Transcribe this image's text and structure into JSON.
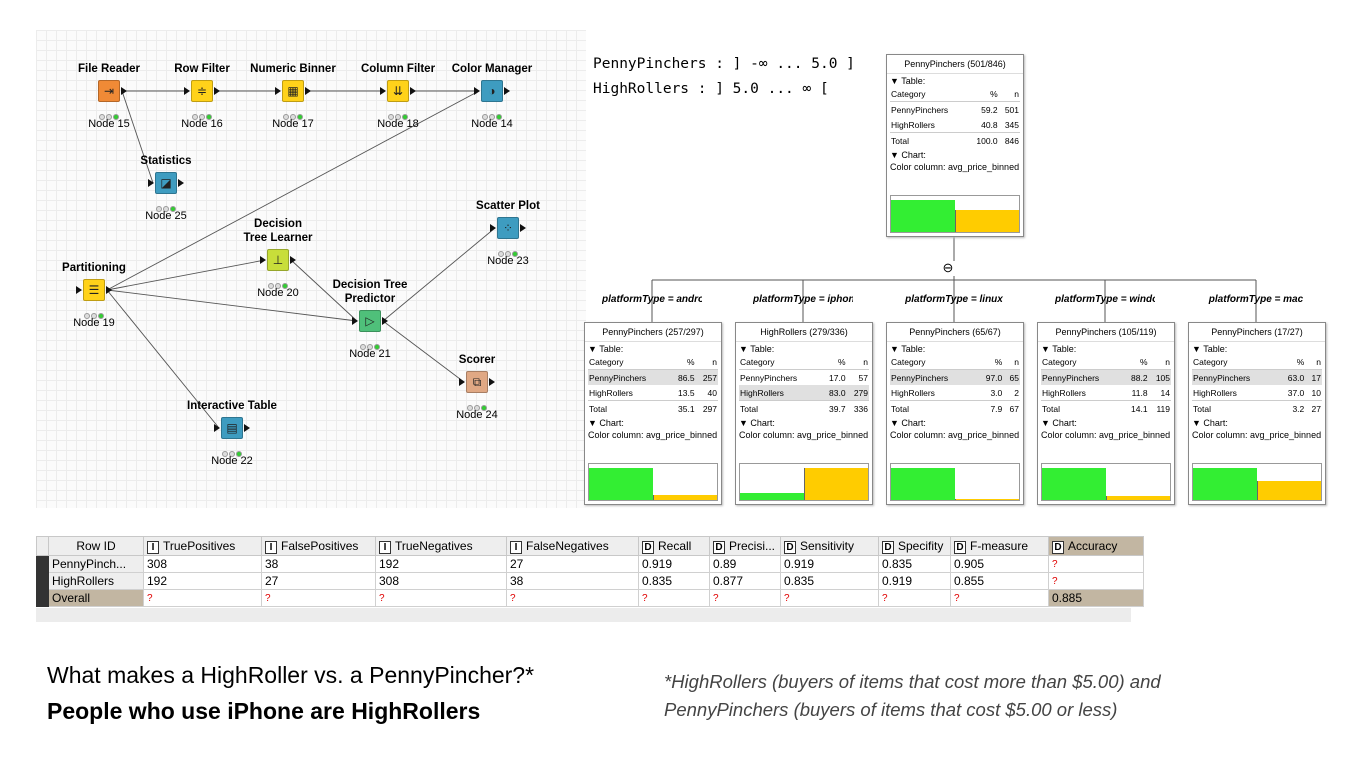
{
  "workflow": {
    "nodes": [
      {
        "title": "File Reader",
        "label": "Node 15",
        "icon": "file-reader-icon",
        "color": "#f08a36",
        "glyph": "⇥"
      },
      {
        "title": "Row Filter",
        "label": "Node 16",
        "icon": "row-filter-icon",
        "color": "#ffd21a",
        "glyph": "≑"
      },
      {
        "title": "Numeric Binner",
        "label": "Node 17",
        "icon": "numeric-binner-icon",
        "color": "#ffd21a",
        "glyph": "▦"
      },
      {
        "title": "Column Filter",
        "label": "Node 18",
        "icon": "column-filter-icon",
        "color": "#ffd21a",
        "glyph": "⇊"
      },
      {
        "title": "Color Manager",
        "label": "Node 14",
        "icon": "color-manager-icon",
        "color": "#3e9cc0",
        "glyph": "◑"
      },
      {
        "title": "Statistics",
        "label": "Node 25",
        "icon": "statistics-icon",
        "color": "#3e9cc0",
        "glyph": "◪"
      },
      {
        "title": "Decision\nTree Learner",
        "label": "Node 20",
        "icon": "tree-learner-icon",
        "color": "#c8de3a",
        "glyph": "⊥"
      },
      {
        "title": "Scatter Plot",
        "label": "Node 23",
        "icon": "scatter-plot-icon",
        "color": "#3e9cc0",
        "glyph": "⁘"
      },
      {
        "title": "Partitioning",
        "label": "Node 19",
        "icon": "partitioning-icon",
        "color": "#ffd21a",
        "glyph": "☰"
      },
      {
        "title": "Decision Tree\nPredictor",
        "label": "Node 21",
        "icon": "tree-predictor-icon",
        "color": "#4fc07a",
        "glyph": "▷"
      },
      {
        "title": "Scorer",
        "label": "Node 24",
        "icon": "scorer-icon",
        "color": "#e0a884",
        "glyph": "⧉"
      },
      {
        "title": "Interactive Table",
        "label": "Node 22",
        "icon": "interactive-table-icon",
        "color": "#3e9cc0",
        "glyph": "▤"
      }
    ]
  },
  "tree": {
    "legend": [
      "PennyPinchers : ] -∞ ... 5.0 ]",
      "HighRollers : ] 5.0 ... ∞ ["
    ],
    "table_label": "Table:",
    "chart_label": "Chart:",
    "color_label": "Color column: avg_price_binned",
    "col_category": "Category",
    "col_pct": "%",
    "col_n": "n",
    "total_label": "Total",
    "collapse_glyph": "⊖",
    "root": {
      "header": "PennyPinchers (501/846)",
      "rows": [
        {
          "category": "PennyPinchers",
          "pct": "59.2",
          "n": "501"
        },
        {
          "category": "HighRollers",
          "pct": "40.8",
          "n": "345"
        }
      ],
      "total_pct": "100.0",
      "total_n": "846",
      "penny_frac": 0.592,
      "high_frac": 0.408,
      "fill": 0.6
    },
    "children": [
      {
        "split": "platformType = android",
        "header": "PennyPinchers (257/297)",
        "rows": [
          {
            "category": "PennyPinchers",
            "pct": "86.5",
            "n": "257"
          },
          {
            "category": "HighRollers",
            "pct": "13.5",
            "n": "40"
          }
        ],
        "total_pct": "35.1",
        "total_n": "297",
        "highlight": 0,
        "penny_frac": 0.865,
        "high_frac": 0.135,
        "fill": 0.35
      },
      {
        "split": "platformType = iphone",
        "header": "HighRollers (279/336)",
        "rows": [
          {
            "category": "PennyPinchers",
            "pct": "17.0",
            "n": "57"
          },
          {
            "category": "HighRollers",
            "pct": "83.0",
            "n": "279"
          }
        ],
        "total_pct": "39.7",
        "total_n": "336",
        "highlight": 1,
        "penny_frac": 0.17,
        "high_frac": 0.83,
        "fill": 0.4
      },
      {
        "split": "platformType = linux",
        "header": "PennyPinchers (65/67)",
        "rows": [
          {
            "category": "PennyPinchers",
            "pct": "97.0",
            "n": "65"
          },
          {
            "category": "HighRollers",
            "pct": "3.0",
            "n": "2"
          }
        ],
        "total_pct": "7.9",
        "total_n": "67",
        "highlight": 0,
        "penny_frac": 0.97,
        "high_frac": 0.03,
        "fill": 0.08
      },
      {
        "split": "platformType = windows",
        "header": "PennyPinchers (105/119)",
        "rows": [
          {
            "category": "PennyPinchers",
            "pct": "88.2",
            "n": "105"
          },
          {
            "category": "HighRollers",
            "pct": "11.8",
            "n": "14"
          }
        ],
        "total_pct": "14.1",
        "total_n": "119",
        "highlight": 0,
        "penny_frac": 0.882,
        "high_frac": 0.118,
        "fill": 0.14
      },
      {
        "split": "platformType = mac",
        "header": "PennyPinchers (17/27)",
        "rows": [
          {
            "category": "PennyPinchers",
            "pct": "63.0",
            "n": "17"
          },
          {
            "category": "HighRollers",
            "pct": "37.0",
            "n": "10"
          }
        ],
        "total_pct": "3.2",
        "total_n": "27",
        "highlight": 0,
        "penny_frac": 0.63,
        "high_frac": 0.37,
        "fill": 0.03
      }
    ]
  },
  "scorer_table": {
    "columns": [
      {
        "name": "Row ID",
        "type": ""
      },
      {
        "name": "TruePositives",
        "type": "I"
      },
      {
        "name": "FalsePositives",
        "type": "I"
      },
      {
        "name": "TrueNegatives",
        "type": "I"
      },
      {
        "name": "FalseNegatives",
        "type": "I"
      },
      {
        "name": "Recall",
        "type": "D"
      },
      {
        "name": "Precisi...",
        "type": "D"
      },
      {
        "name": "Sensitivity",
        "type": "D"
      },
      {
        "name": "Specifity",
        "type": "D"
      },
      {
        "name": "F-measure",
        "type": "D"
      },
      {
        "name": "Accuracy",
        "type": "D"
      }
    ],
    "rows": [
      [
        "PennyPinch...",
        "308",
        "38",
        "192",
        "27",
        "0.919",
        "0.89",
        "0.919",
        "0.835",
        "0.905",
        "?"
      ],
      [
        "HighRollers",
        "192",
        "27",
        "308",
        "38",
        "0.835",
        "0.877",
        "0.835",
        "0.919",
        "0.855",
        "?"
      ],
      [
        "Overall",
        "?",
        "?",
        "?",
        "?",
        "?",
        "?",
        "?",
        "?",
        "?",
        "0.885"
      ]
    ],
    "missing_value": "?"
  },
  "captions": {
    "question": "What makes a HighRoller vs. a PennyPincher?*",
    "answer": "People who use iPhone are HighRollers",
    "footnote_line1": "*HighRollers (buyers of items that cost more than $5.00) and",
    "footnote_line2": "PennyPinchers (buyers of items that cost $5.00 or less)"
  },
  "colors": {
    "penny": "#33ee33",
    "high": "#ffcc00",
    "selected_cell": "#c2b6a2"
  }
}
